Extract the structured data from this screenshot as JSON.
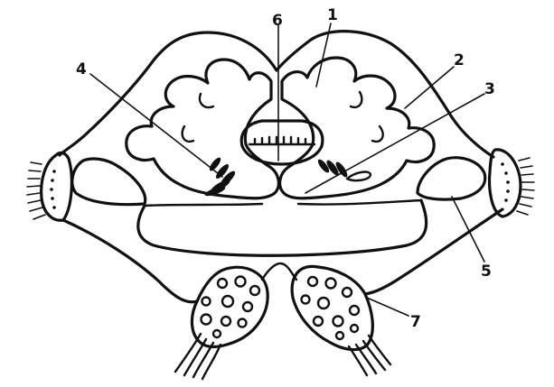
{
  "diagram": {
    "ink_color": "#111111",
    "background": "#ffffff",
    "labels": [
      {
        "id": "1",
        "text": "1"
      },
      {
        "id": "2",
        "text": "2"
      },
      {
        "id": "3",
        "text": "3"
      },
      {
        "id": "4",
        "text": "4"
      },
      {
        "id": "5",
        "text": "5"
      },
      {
        "id": "6",
        "text": "6"
      },
      {
        "id": "7",
        "text": "7"
      }
    ]
  }
}
